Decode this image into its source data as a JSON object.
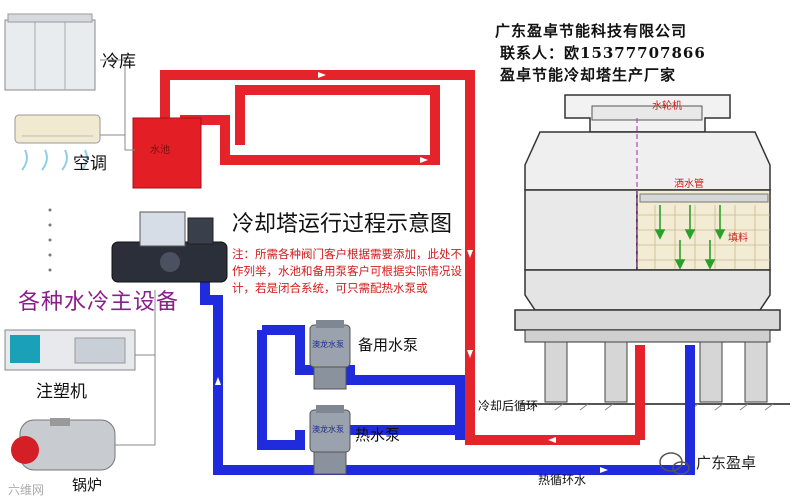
{
  "company": {
    "name": "广东盈卓节能科技有限公司",
    "contact": "联系人：欧15377707866",
    "slogan": "盈卓节能冷却塔生产厂家"
  },
  "title": "冷却塔运行过程示意图",
  "note": "注：所需各种阀门客户根据需要添加，此处不作列举，水池和备用泵客户可根据实际情况设计，若是闭合系统，可只需配热水泵或",
  "equipment": {
    "cold_storage": "冷库",
    "air_conditioner": "空调",
    "main_equipment": "各种水冷主设备",
    "injection_molding": "注塑机",
    "boiler": "锅炉",
    "water_tank": "水池"
  },
  "pumps": {
    "standby": "备用水泵",
    "hot": "热水泵",
    "nameplate": "澳龙水泵"
  },
  "tower": {
    "water_wheel": "水轮机",
    "spray_pipe": "洒水管",
    "fill": "填料"
  },
  "flows": {
    "after_cooling": "冷却后循环",
    "hot_circulation": "热循环水"
  },
  "watermark": {
    "brand": "广东盈卓",
    "corner": "六维网"
  },
  "colors": {
    "hot_pipe": "#e5232b",
    "cold_pipe": "#1f2bdc",
    "tank": "#e31e24",
    "note_text": "#d21b1b"
  }
}
